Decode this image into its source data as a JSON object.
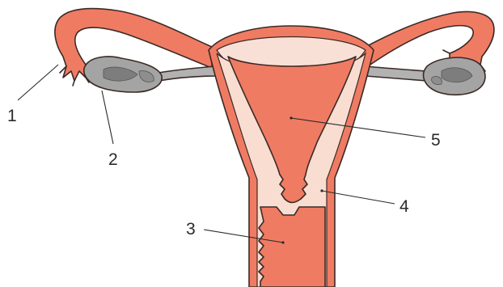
{
  "diagram": {
    "labels": [
      {
        "id": "label-1",
        "text": "1"
      },
      {
        "id": "label-2",
        "text": "2"
      },
      {
        "id": "label-3",
        "text": "3"
      },
      {
        "id": "label-4",
        "text": "4"
      },
      {
        "id": "label-5",
        "text": "5"
      }
    ],
    "colors": {
      "tissue": "#f07b63",
      "cavity_lining": "#f8ddd0",
      "uterine_fundus_cavity": "#f9e0d6",
      "ovary": "#a4a4a4",
      "ovary_detail": "#7d7d7d",
      "ligament": "#b2b2b2",
      "outline": "#3a2a26",
      "label_text": "#2a2a2a"
    }
  }
}
